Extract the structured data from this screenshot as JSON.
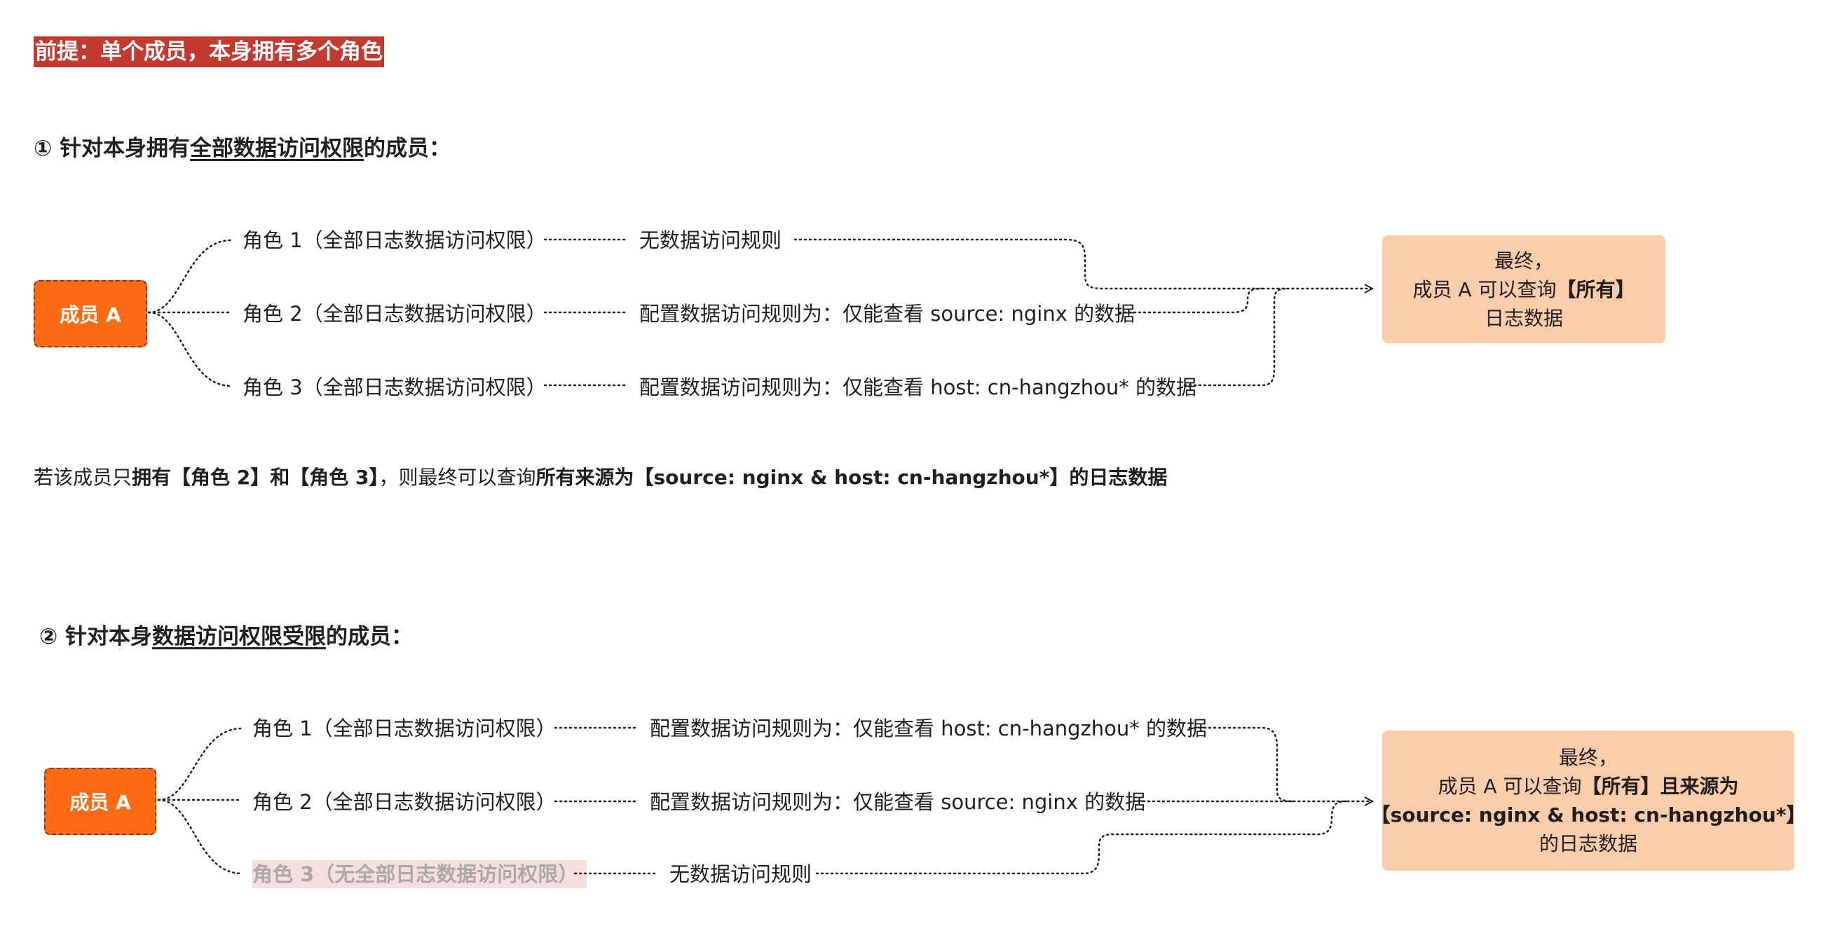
{
  "premise": "前提：单个成员，本身拥有多个角色",
  "section1": {
    "heading_prefix": "① 针对本身拥有",
    "heading_underlined": "全部数据访问权限",
    "heading_suffix": "的成员：",
    "member": "成员 A",
    "roles": [
      {
        "role": "角色 1（全部日志数据访问权限）",
        "rule": "无数据访问规则"
      },
      {
        "role": "角色 2（全部日志数据访问权限）",
        "rule": "配置数据访问规则为：仅能查看 source: nginx 的数据"
      },
      {
        "role": "角色 3（全部日志数据访问权限）",
        "rule": "配置数据访问规则为：仅能查看 host: cn-hangzhou* 的数据"
      }
    ],
    "result": {
      "line1": "最终，",
      "line2_prefix": "成员 A 可以查询",
      "line2_bold": "【所有】",
      "line3": "日志数据"
    },
    "conclusion": {
      "p1": "若该成员只",
      "b1": "拥有【角色 2】和【角色 3】",
      "p2": "，则最终可以查询",
      "b2": "所有来源为【source: nginx & host: cn-hangzhou*】的日志数据"
    }
  },
  "section2": {
    "heading_prefix": "② 针对本身",
    "heading_underlined": "数据访问权限受限",
    "heading_suffix": "的成员：",
    "member": "成员 A",
    "roles": [
      {
        "role": "角色 1（全部日志数据访问权限）",
        "rule": "配置数据访问规则为：仅能查看 host: cn-hangzhou* 的数据"
      },
      {
        "role": "角色 2（全部日志数据访问权限）",
        "rule": "配置数据访问规则为：仅能查看 source: nginx 的数据"
      },
      {
        "role": "角色 3（无全部日志数据访问权限）",
        "rule": "无数据访问规则"
      }
    ],
    "result": {
      "line1": "最终，",
      "line2_prefix": "成员 A 可以查询",
      "line2_bold": "【所有】且来源为",
      "line3": "【source: nginx & host: cn-hangzhou*】",
      "line4": "的日志数据"
    }
  },
  "colors": {
    "premise_bg": "#c43a30",
    "member_bg": "#ff6a13",
    "result_bg": "#fdccab",
    "muted_bg": "#f7dede"
  }
}
